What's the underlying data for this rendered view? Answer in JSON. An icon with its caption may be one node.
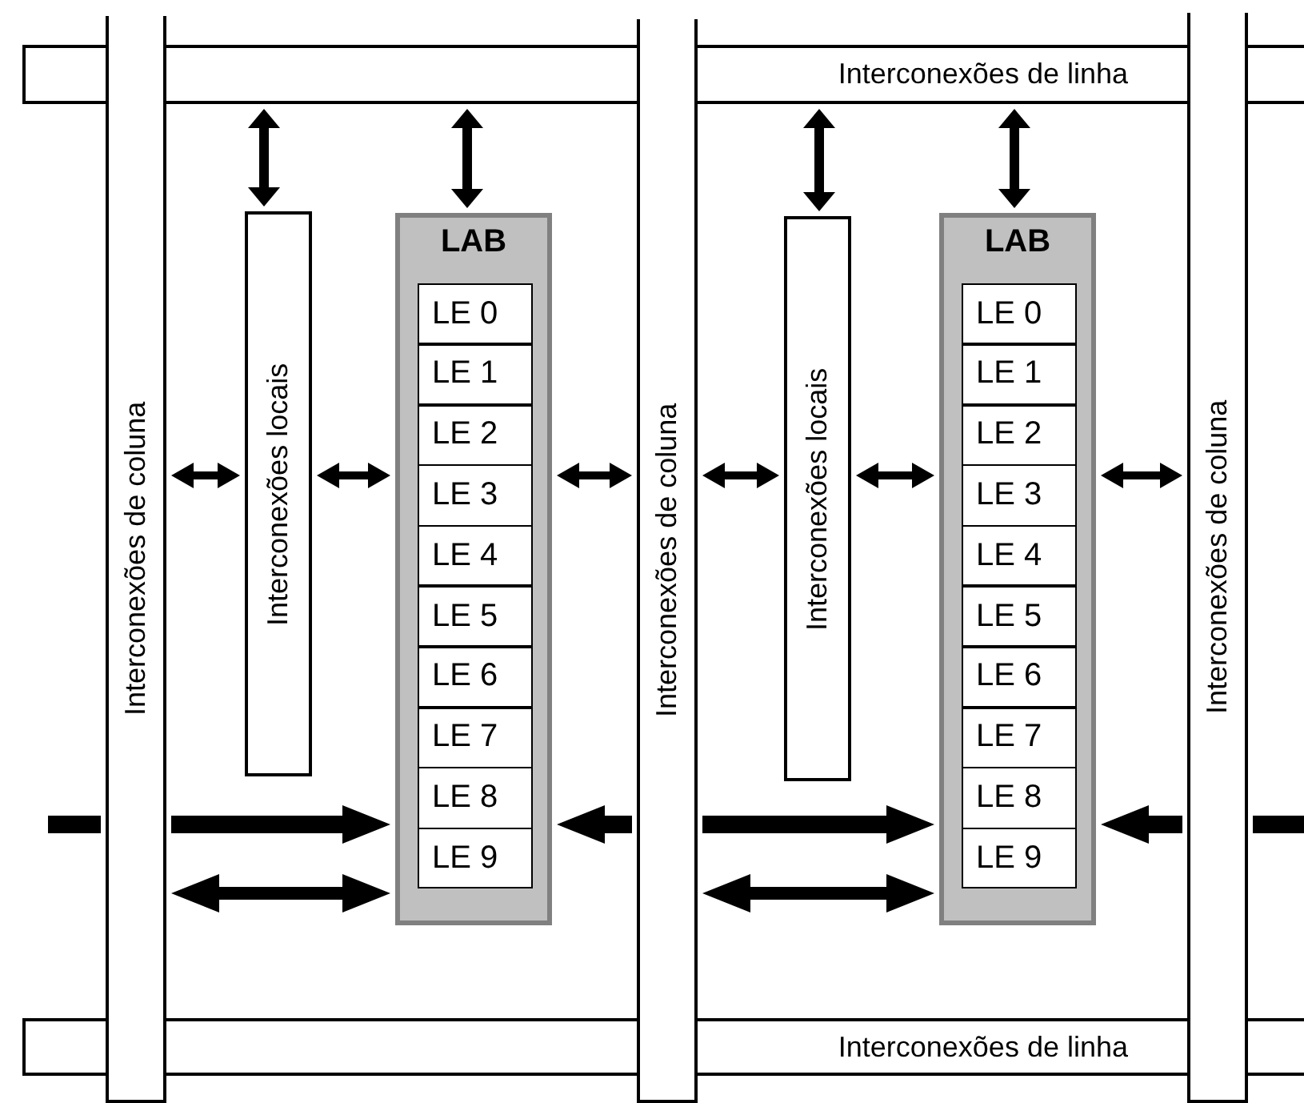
{
  "diagram": {
    "nodes": [
      {
        "text": [
          "Interconexões de linha"
        ]
      },
      {
        "text": [
          "Interconexões de linha"
        ]
      },
      {
        "text": [
          "Interconexões de coluna"
        ]
      },
      {
        "text": [
          "Interconexões de coluna"
        ]
      },
      {
        "text": [
          "Interconexões de coluna"
        ]
      },
      {
        "text": [
          "Interconexões locais"
        ]
      },
      {
        "text": [
          "LAB"
        ]
      },
      {
        "text": [
          "LE 0"
        ],
        "in": 6
      },
      {
        "text": [
          "LE 1"
        ],
        "in": 6
      },
      {
        "text": [
          "LE 2"
        ],
        "in": 6
      },
      {
        "text": [
          "LE 3"
        ],
        "in": 6
      },
      {
        "text": [
          "LE 4"
        ],
        "in": 6
      },
      {
        "text": [
          "LE 5"
        ],
        "in": 6
      },
      {
        "text": [
          "LE 6"
        ],
        "in": 6
      },
      {
        "text": [
          "LE 7"
        ],
        "in": 6
      },
      {
        "text": [
          "LE 8"
        ],
        "in": 6
      },
      {
        "text": [
          "LE 9"
        ],
        "in": 6
      },
      {
        "text": [
          "Interconexões locais"
        ]
      },
      {
        "text": [
          "LAB"
        ]
      },
      {
        "text": [
          "LE 0"
        ],
        "in": 18
      },
      {
        "text": [
          "LE 1"
        ],
        "in": 18
      },
      {
        "text": [
          "LE 2"
        ],
        "in": 18
      },
      {
        "text": [
          "LE 3"
        ],
        "in": 18
      },
      {
        "text": [
          "LE 4"
        ],
        "in": 18
      },
      {
        "text": [
          "LE 5"
        ],
        "in": 18
      },
      {
        "text": [
          "LE 6"
        ],
        "in": 18
      },
      {
        "text": [
          "LE 7"
        ],
        "in": 18
      },
      {
        "text": [
          "LE 8"
        ],
        "in": 18
      },
      {
        "text": [
          "LE 9"
        ],
        "in": 18
      }
    ],
    "edges": [
      {
        "from": 0,
        "to": 5,
        "arrow": "both"
      },
      {
        "from": 0,
        "to": 6,
        "arrow": "both"
      },
      {
        "from": 0,
        "to": 17,
        "arrow": "both"
      },
      {
        "from": 0,
        "to": 18,
        "arrow": "both"
      },
      {
        "from": 2,
        "to": 5,
        "arrow": "both"
      },
      {
        "from": 5,
        "to": 6,
        "arrow": "both"
      },
      {
        "from": 6,
        "to": 3,
        "arrow": "both"
      },
      {
        "from": 3,
        "to": 17,
        "arrow": "both"
      },
      {
        "from": 17,
        "to": 18,
        "arrow": "both"
      },
      {
        "from": 18,
        "to": 4,
        "arrow": "both"
      },
      {
        "from": null,
        "to": 2,
        "arrow": "none",
        "style": "thick"
      },
      {
        "from": 2,
        "to": 6,
        "arrow": "to",
        "style": "thick"
      },
      {
        "from": 3,
        "to": 6,
        "arrow": "to",
        "style": "thick"
      },
      {
        "from": 3,
        "to": 18,
        "arrow": "to",
        "style": "thick"
      },
      {
        "from": 4,
        "to": 18,
        "arrow": "to",
        "style": "thick"
      },
      {
        "from": 4,
        "to": null,
        "arrow": "none",
        "style": "thick"
      },
      {
        "from": 2,
        "to": 6,
        "arrow": "both"
      },
      {
        "from": 3,
        "to": 18,
        "arrow": "both"
      }
    ]
  }
}
